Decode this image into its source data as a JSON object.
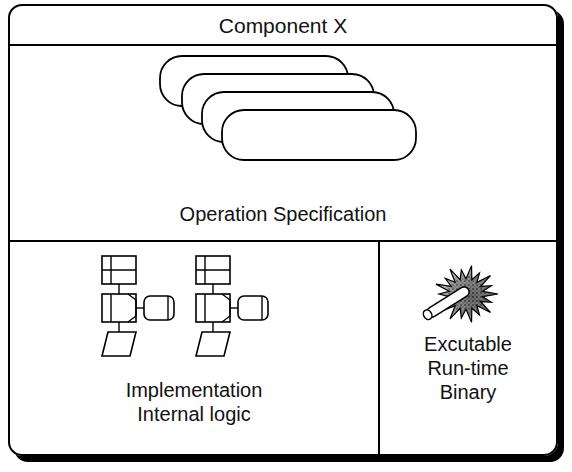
{
  "diagram": {
    "nodes": [
      {
        "text": [
          "Component X"
        ]
      },
      {
        "text": [
          "Operation Specification"
        ],
        "in": 0
      },
      {
        "text": [
          "Implementation Internal logic"
        ],
        "in": 0
      },
      {
        "text": [
          "Excutable Run-time Binary"
        ],
        "in": 0
      }
    ],
    "edges": []
  }
}
